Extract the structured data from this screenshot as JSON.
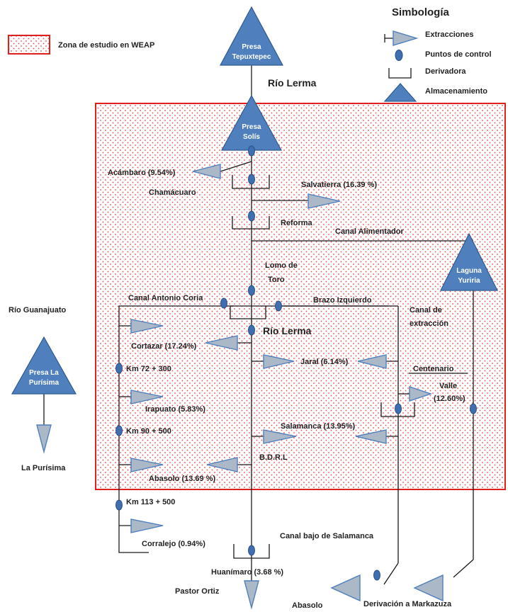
{
  "legend": {
    "zone_label": "Zona de estudio en WEAP",
    "title": "Simbología",
    "items": {
      "extracciones": "Extracciones",
      "puntos_control": "Puntos de control",
      "derivadora": "Derivadora",
      "almacenamiento": "Almacenamiento"
    }
  },
  "reservoirs": {
    "tepuxtepec": [
      "Presa",
      "Tepuxtepec"
    ],
    "solis": [
      "Presa",
      "Solís"
    ],
    "yuriria": [
      "Laguna",
      "Yuriria"
    ],
    "la_purisima": [
      "Presa La",
      "Purísima"
    ]
  },
  "rivers": {
    "lerma_top": "Río Lerma",
    "lerma_mid": "Río Lerma",
    "guanajuato": "Río Guanajuato"
  },
  "canals": {
    "alimentador": "Canal Alimentador",
    "antonio_coria": "Canal Antonio Coria",
    "brazo_izquierdo": "Brazo Izquierdo",
    "extraccion": [
      "Canal de",
      "extracción"
    ],
    "centenario": "Centenario",
    "bajo_salamanca": "Canal bajo de Salamanca",
    "bdrl": "B.D.R.L"
  },
  "control_points": {
    "lomo_toro": [
      "Lomo de",
      "Toro"
    ],
    "km72": "Km 72 + 300",
    "km90": "Km 90 + 500",
    "km113": "Km 113 + 500"
  },
  "diversions": {
    "chamacuaro": "Chamácuaro",
    "reforma": "Reforma"
  },
  "extractions": {
    "acambaro": "Acámbaro (9.54%)",
    "salvatierra": "Salvatierra (16.39 %)",
    "cortazar": "Cortazar (17.24%)",
    "jaral": "Jaral (6.14%)",
    "valle": [
      "Valle",
      "(12.60%)"
    ],
    "irapuato": "Irapuato (5.83%)",
    "salamanca": "Salamanca (13.95%)",
    "abasolo_pct": "Abasolo (13.69 %)",
    "corralejo": "Corralejo (0.94%)",
    "huanimaro": "Huanímaro (3.68 %)",
    "la_purisima": "La Purísima",
    "pastor_ortiz": "Pastor Ortiz",
    "abasolo": "Abasolo",
    "markazuza": "Derivación a Markazuza"
  },
  "colors": {
    "zone_border": "#e0201c",
    "zone_dots": "#e84a4a",
    "reservoir": "#4f7fbd",
    "extraction": "#aab8c8",
    "control_point": "#3f6fb0"
  }
}
